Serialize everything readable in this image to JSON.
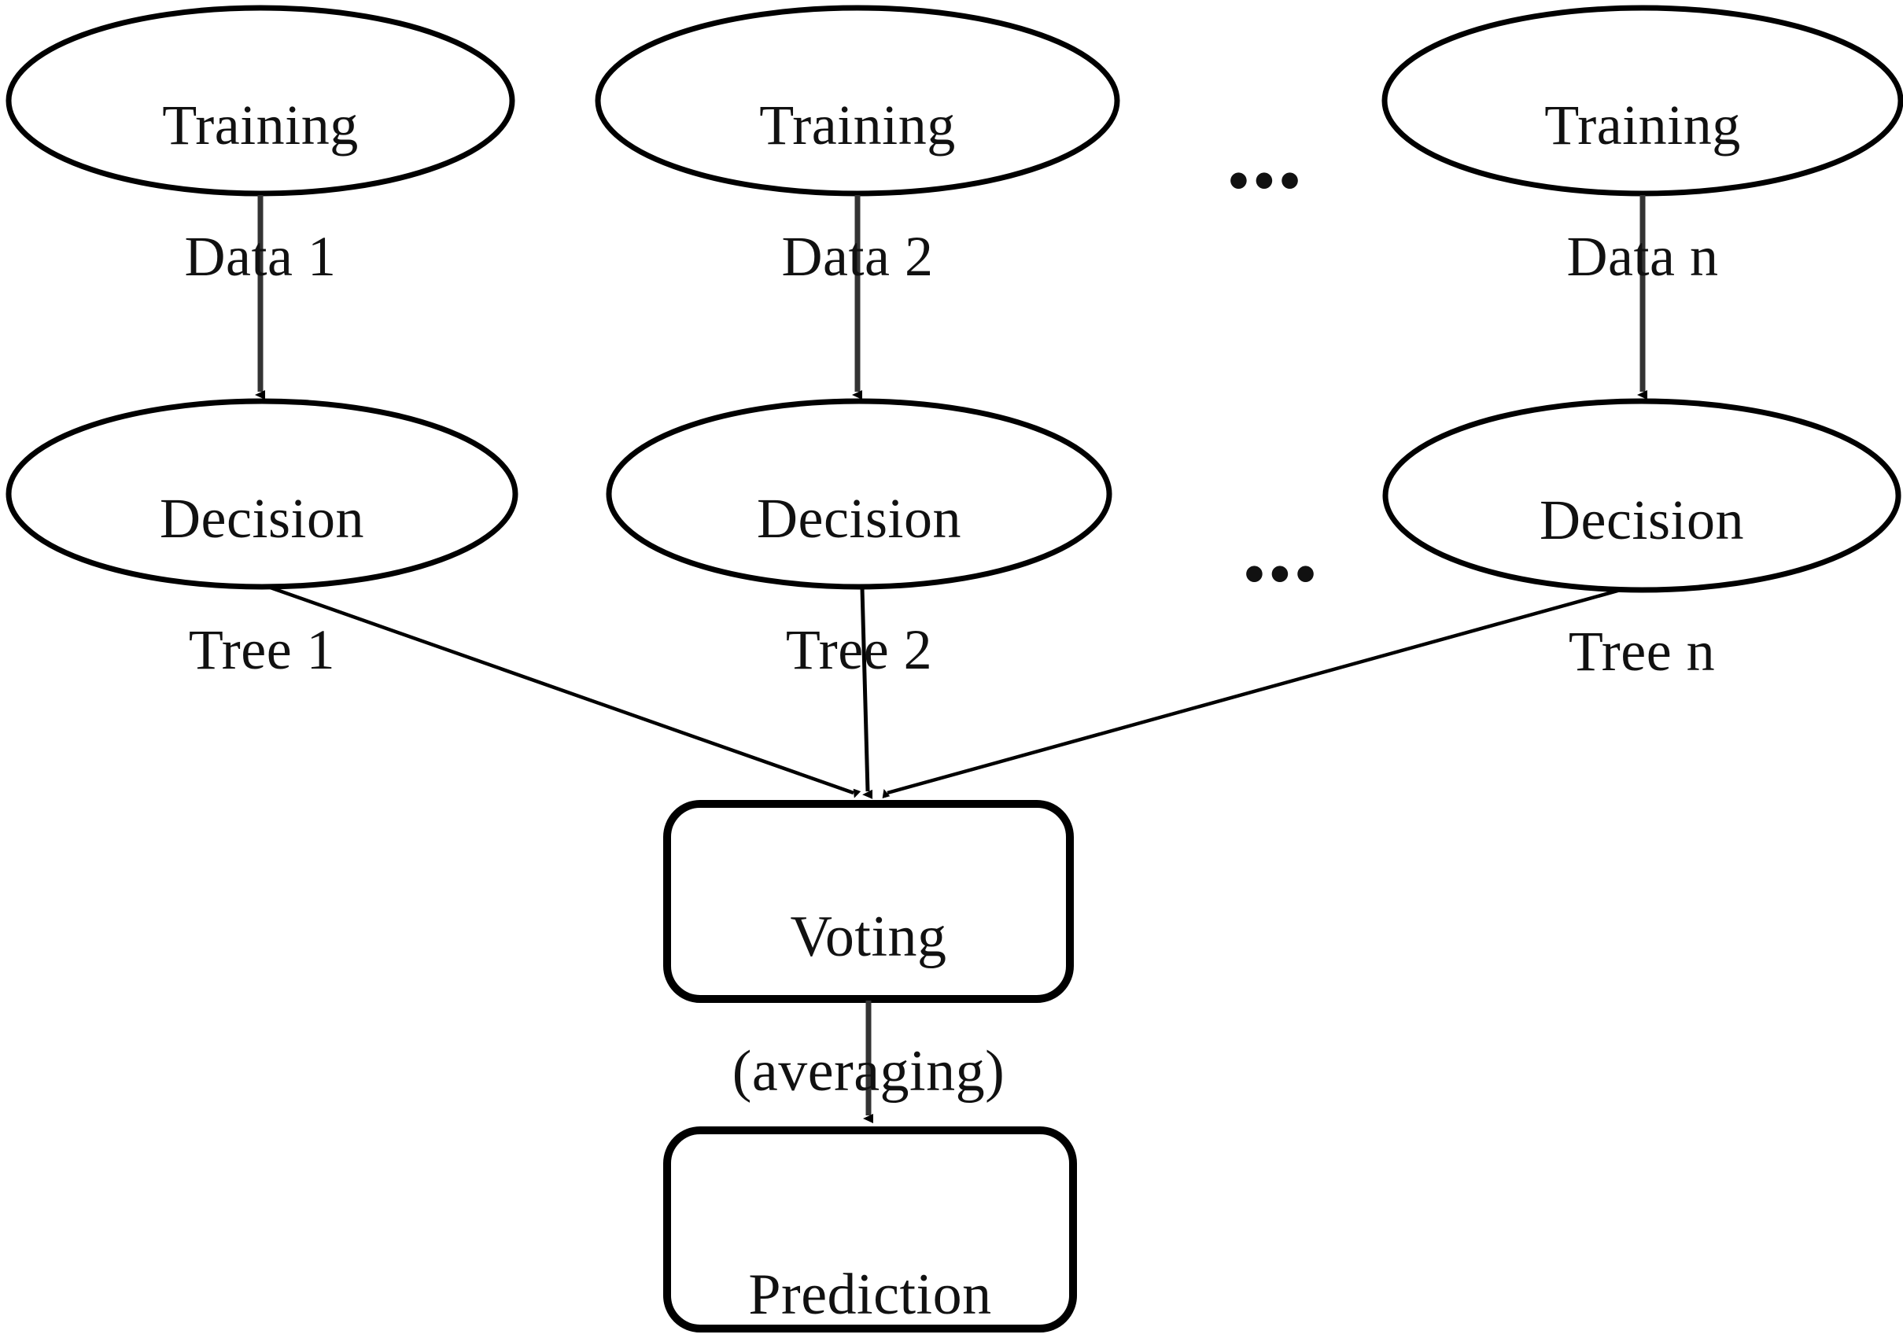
{
  "diagram": {
    "title": "Random Forest ensemble flow diagram",
    "stroke_color": "#000000",
    "background_color": "#ffffff",
    "text_color": "#111111",
    "ellipsis_glyph": "•••"
  },
  "training_nodes": [
    {
      "id": "training-data-1",
      "line1": "Training",
      "line2": "Data 1"
    },
    {
      "id": "training-data-2",
      "line1": "Training",
      "line2": "Data 2"
    },
    {
      "id": "training-data-n",
      "line1": "Training",
      "line2": "Data n"
    }
  ],
  "tree_nodes": [
    {
      "id": "decision-tree-1",
      "line1": "Decision",
      "line2": "Tree 1"
    },
    {
      "id": "decision-tree-2",
      "line1": "Decision",
      "line2": "Tree 2"
    },
    {
      "id": "decision-tree-n",
      "line1": "Decision",
      "line2": "Tree n"
    }
  ],
  "ellipsis": {
    "top_row": "•••",
    "middle_row": "•••"
  },
  "voting_box": {
    "line1": "Voting",
    "line2": "(averaging)"
  },
  "prediction_box": {
    "label": "Prediction"
  }
}
